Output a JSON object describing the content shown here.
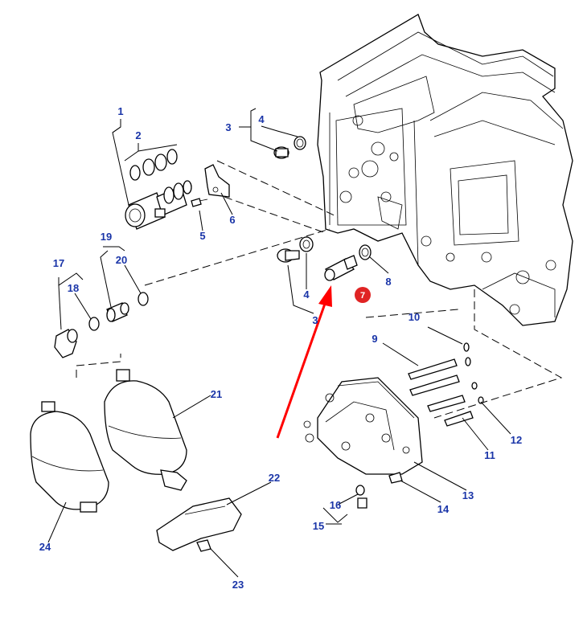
{
  "labels": {
    "l1": "1",
    "l2": "2",
    "l3a": "3",
    "l4a": "4",
    "l5": "5",
    "l6": "6",
    "l3b": "3",
    "l4b": "4",
    "l8": "8",
    "l9": "9",
    "l10": "10",
    "l11": "11",
    "l12": "12",
    "l13": "13",
    "l14": "14",
    "l15": "15",
    "l16": "16",
    "l17": "17",
    "l18": "18",
    "l19": "19",
    "l20": "20",
    "l21": "21",
    "l22": "22",
    "l23": "23",
    "l24": "24"
  },
  "callout": {
    "text": "7",
    "color": "#e02424"
  },
  "colors": {
    "label": "#1a35a8",
    "arrow": "#ff0000",
    "line": "#000000"
  }
}
